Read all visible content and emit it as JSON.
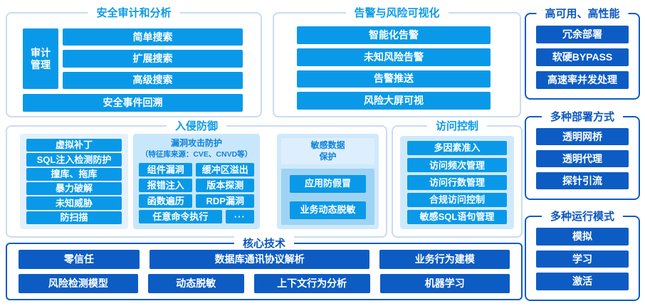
{
  "colors": {
    "bright_blue": "#0a99e8",
    "dark_blue": "#0d5cc4",
    "light_panel": "#cfe9fc",
    "lighter_panel": "#e3f1fc",
    "medium_panel": "#9ed3f3",
    "light_border": "#c9dcf2",
    "panel_text_blue": "#0d82da",
    "title_bright": "#0a9be9",
    "title_dark": "#0b57c0"
  },
  "sections": {
    "audit": {
      "title": "安全审计和分析",
      "side_label": "审计\n管理",
      "items": [
        "简单搜索",
        "扩展搜索",
        "高级搜索"
      ],
      "bottom_item": "安全事件回溯"
    },
    "alerts": {
      "title": "告警与风险可视化",
      "items": [
        "智能化告警",
        "未知风险告警",
        "告警推送",
        "风险大屏可视"
      ]
    },
    "ha": {
      "title": "高可用、高性能",
      "items": [
        "冗余部署",
        "软硬BYPASS",
        "高速率并发处理"
      ]
    },
    "intrusion": {
      "title": "入侵防御",
      "left_items": [
        "虚拟补丁",
        "SQL注入检测防护",
        "撞库、拖库",
        "暴力破解",
        "未知威胁",
        "防扫描"
      ],
      "vuln": {
        "title": "漏洞攻击防护",
        "subtitle": "（特征库来源：CVE、CNVD等）",
        "grid_items": [
          "组件漏洞",
          "缓冲区溢出",
          "报错注入",
          "版本探测",
          "函数遍历",
          "RDP漏洞"
        ],
        "wide_item": "任意命令执行",
        "more_item": "···"
      },
      "sensitive": {
        "title": "敏感数据\n保护",
        "items": [
          "应用防假冒",
          "业务动态脱敏"
        ]
      }
    },
    "access": {
      "title": "访问控制",
      "items": [
        "多因素准入",
        "访问频次管理",
        "访问行数管理",
        "合规访问控制",
        "敏感SQL语句管理"
      ]
    },
    "deploy": {
      "title": "多种部署方式",
      "items": [
        "透明网桥",
        "透明代理",
        "探针引流"
      ]
    },
    "modes": {
      "title": "多种运行模式",
      "items": [
        "模拟",
        "学习",
        "激活"
      ]
    },
    "core": {
      "title": "核心技术",
      "row1": [
        "零信任",
        "数据库通讯协议解析",
        "业务行为建模"
      ],
      "row2": [
        "风险检测模型",
        "动态脱敏",
        "上下文行为分析",
        "机器学习"
      ]
    }
  }
}
